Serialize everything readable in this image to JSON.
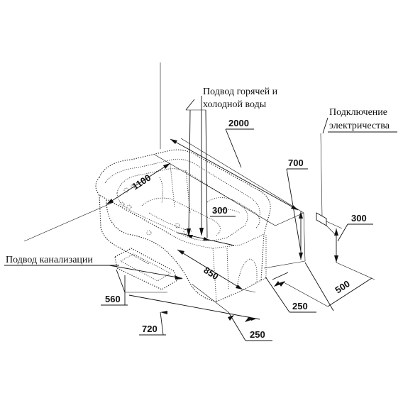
{
  "labels": {
    "water_supply_line1": "Подвод горячей и",
    "water_supply_line2": "холодной воды",
    "electric_line1": "Подключение",
    "electric_line2": "электричества",
    "drain": "Подвод канализации"
  },
  "dimensions": {
    "length": "2000",
    "depth": "1100",
    "height": "700",
    "pipe_offset": "300",
    "electric_height": "300",
    "inner_length": "850",
    "electric_offset": "500",
    "side_offset": "250",
    "drain_offset": "250",
    "drain_depth": "560",
    "drain_width": "720"
  }
}
